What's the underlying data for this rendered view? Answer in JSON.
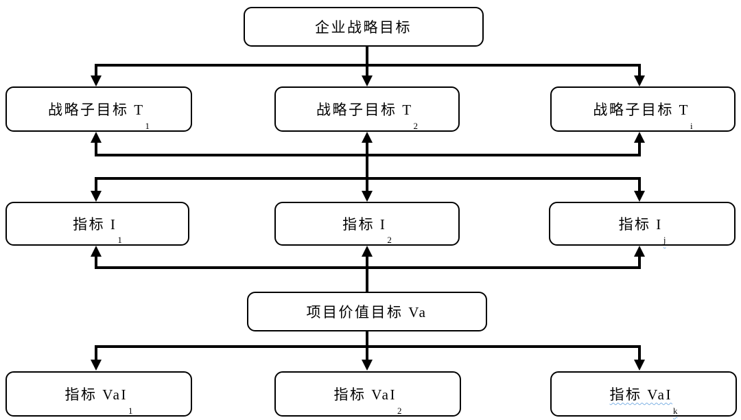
{
  "diagram": {
    "description": "Enterprise strategic goal decomposition flowchart",
    "colors": {
      "box_border": "#000000",
      "box_fill": "#ffffff",
      "line": "#000000",
      "spellcheck_underline": "#7fb2e5"
    },
    "nodes": {
      "root": {
        "text": "企业战略目标",
        "sub": ""
      },
      "t1": {
        "text": "战略子目标 T",
        "sub": "1"
      },
      "t2": {
        "text": "战略子目标 T",
        "sub": "2"
      },
      "ti": {
        "text": "战略子目标 T",
        "sub": "i"
      },
      "i1": {
        "text": "指标 I",
        "sub": "1"
      },
      "i2": {
        "text": "指标 I",
        "sub": "2"
      },
      "ij": {
        "text": "指标 I",
        "sub": "j"
      },
      "va": {
        "text": "项目价值目标 Va",
        "sub": ""
      },
      "vai1": {
        "text": "指标 VaI",
        "sub": "1"
      },
      "vai2": {
        "text": "指标 VaI",
        "sub": "2"
      },
      "vaik": {
        "text": "指标 VaI",
        "sub": "k"
      }
    },
    "edges": [
      {
        "from": "root",
        "to": [
          "t1",
          "t2",
          "ti"
        ],
        "direction": "down"
      },
      {
        "from": "tier1",
        "to": "metrics",
        "direction": "bidirectional"
      },
      {
        "from": "va",
        "to": [
          "i1",
          "i2",
          "ij"
        ],
        "direction": "up"
      },
      {
        "from": "va",
        "to": [
          "vai1",
          "vai2",
          "vaik"
        ],
        "direction": "down"
      }
    ]
  }
}
